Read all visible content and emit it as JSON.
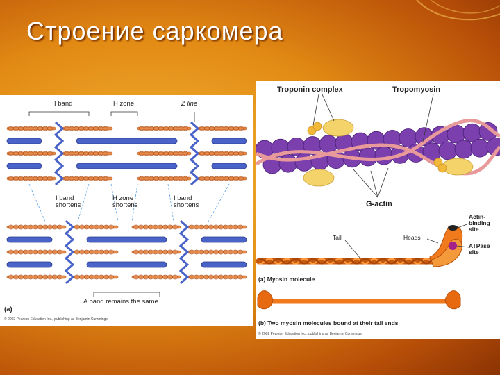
{
  "slide": {
    "title": "Строение саркомера"
  },
  "sarcomere_panel": {
    "label_i_band": "I band",
    "label_h_zone": "H zone",
    "label_z_line": "Z line",
    "label_i_shortens_left_1": "I band",
    "label_i_shortens_left_2": "shortens",
    "label_h_shortens_1": "H zone",
    "label_h_shortens_2": "shortens",
    "label_i_shortens_right_1": "I band",
    "label_i_shortens_right_2": "shortens",
    "label_a_band": "A band remains the same",
    "panel_letter": "(a)",
    "copyright": "© 2002 Pearson Education Inc., publishing as Benjamin Cummings"
  },
  "actin_panel": {
    "label_troponin": "Troponin complex",
    "label_tropomyosin": "Tropomyosin",
    "label_g_actin": "G-actin"
  },
  "myosin_panel": {
    "label_tail": "Tail",
    "label_heads": "Heads",
    "label_actin_binding_1": "Actin-",
    "label_actin_binding_2": "binding",
    "label_actin_binding_3": "site",
    "label_atpase_1": "ATPase",
    "label_atpase_2": "site",
    "caption_a": "(a) Myosin molecule",
    "caption_b": "(b) Two myosin molecules bound at their tail ends",
    "copyright": "© 2002 Pearson Education Inc., publishing as Benjamin Cummings"
  },
  "colors": {
    "thick_filament": "#4a63c9",
    "thin_filament": "#e58a4a",
    "actin_bead": "#7b3fae",
    "troponin": "#f4d36b",
    "tropomyosin": "#e89a9a",
    "myosin": "#f07a1c"
  }
}
